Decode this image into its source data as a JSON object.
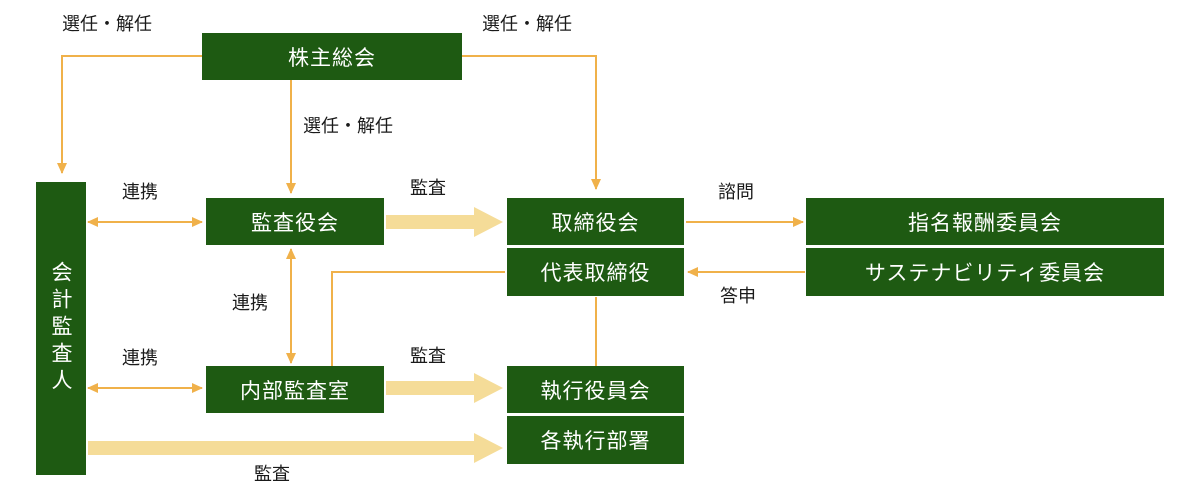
{
  "colors": {
    "box_fill": "#1e5a12",
    "box_text": "#ffffff",
    "thin_arrow": "#f0b14a",
    "wide_arrow": "#f5dc98",
    "label_text": "#1a1a1a"
  },
  "boxes": {
    "shareholders_meeting": "株主総会",
    "audit_board": "監査役会",
    "board_of_directors": "取締役会",
    "representative_director": "代表取締役",
    "internal_audit_office": "内部監査室",
    "executive_officers_meeting": "執行役員会",
    "each_executive_department": "各執行部署",
    "nomination_compensation_committee": "指名報酬委員会",
    "sustainability_committee": "サステナビリティ委員会",
    "accounting_auditor": "会計監査人"
  },
  "labels": {
    "appoint_dismiss_left": "選任・解任",
    "appoint_dismiss_right": "選任・解任",
    "appoint_dismiss_center": "選任・解任",
    "coordination_audit_board": "連携",
    "coordination_vertical": "連携",
    "coordination_internal": "連携",
    "audit_to_board": "監査",
    "audit_to_executives": "監査",
    "audit_bottom": "監査",
    "consultation": "諮問",
    "report": "答申"
  }
}
